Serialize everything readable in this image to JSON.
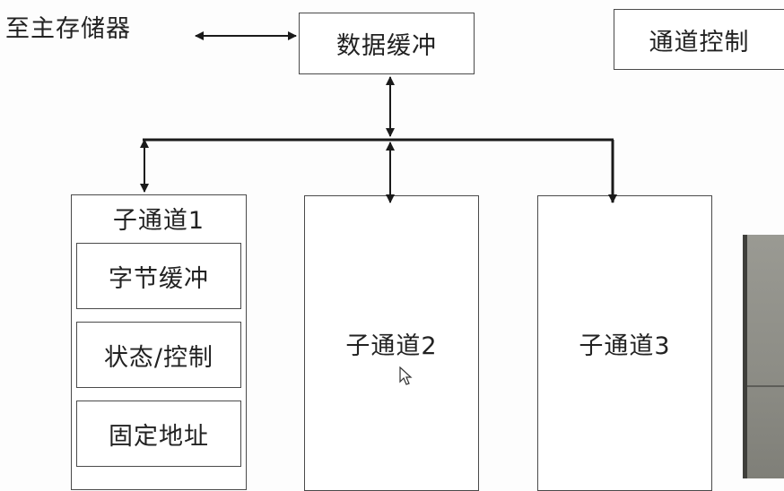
{
  "labels": {
    "to_main_memory": "至主存储器",
    "data_buffer": "数据缓冲",
    "channel_control": "通道控制"
  },
  "subchannels": [
    {
      "title": "子通道1",
      "fields": [
        "字节缓冲",
        "状态/控制",
        "固定地址"
      ]
    },
    {
      "title": "子通道2"
    },
    {
      "title": "子通道3"
    }
  ],
  "colors": {
    "line": "#1a1a1a",
    "box_border": "#4a4a4a",
    "background": "#fdfdfd"
  }
}
